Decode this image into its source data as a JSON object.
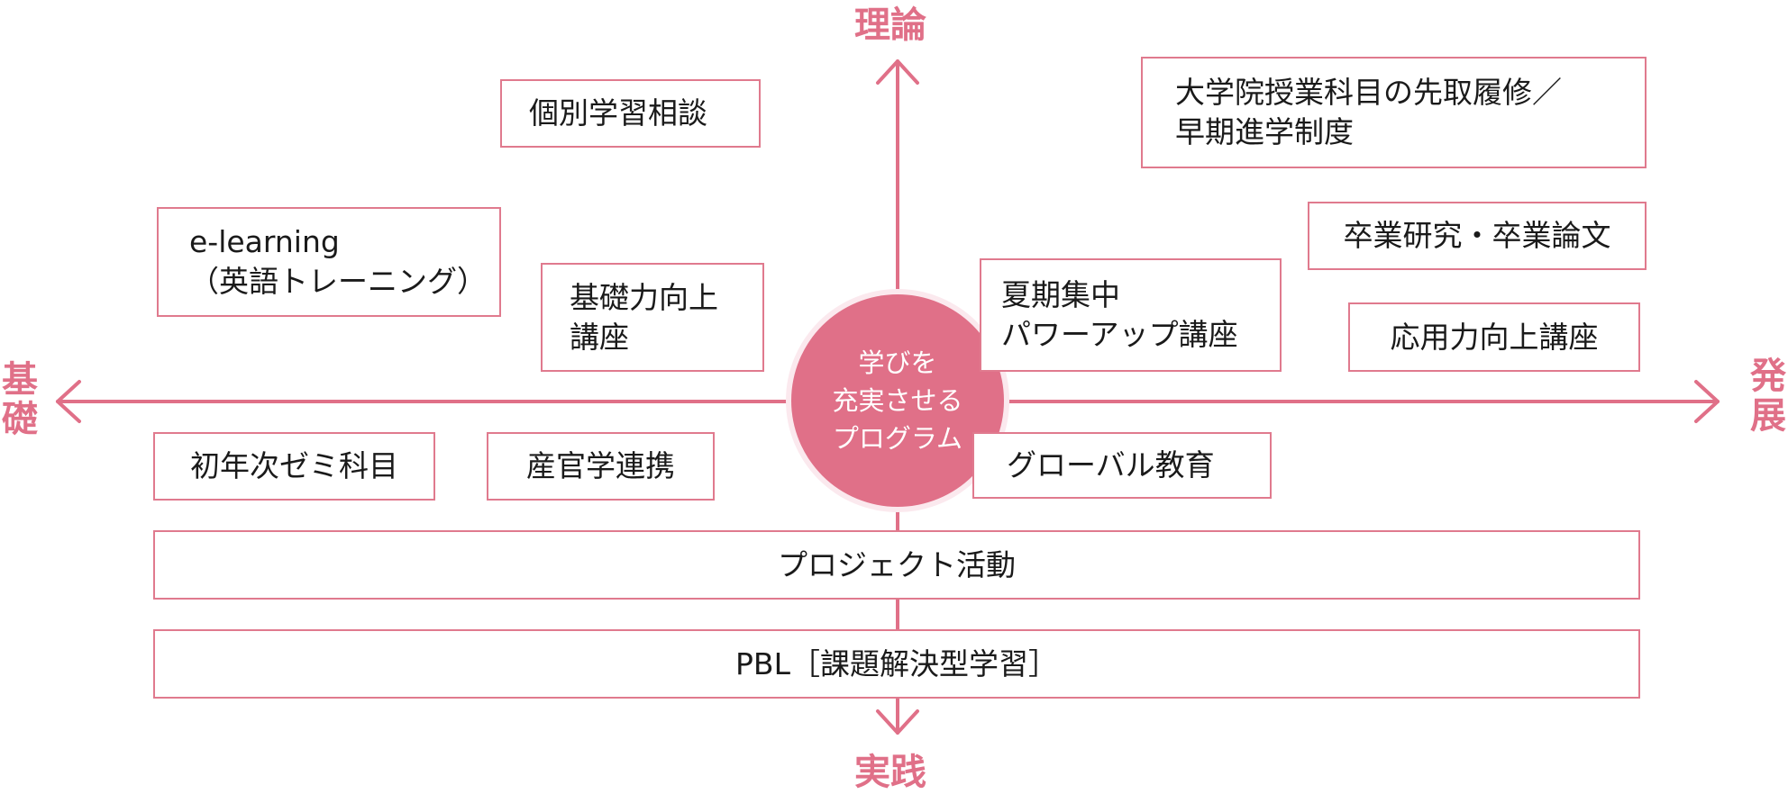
{
  "axes": {
    "top": "理論",
    "bottom": "実践",
    "left": "基礎",
    "right": "発展"
  },
  "center": "学びを\n充実させる\nプログラム",
  "boxes": {
    "individual_consult": "個別学習相談",
    "grad_courses": "大学院授業科目の先取履修／\n早期進学制度",
    "elearning": "e-learning\n（英語トレーニング）",
    "graduation_research": "卒業研究・卒業論文",
    "basic_skill": "基礎力向上\n講座",
    "summer_intensive": "夏期集中\nパワーアップ講座",
    "applied_skill": "応用力向上講座",
    "first_year_seminar": "初年次ゼミ科目",
    "industry_collab": "産官学連携",
    "global_education": "グローバル教育",
    "project_activities": "プロジェクト活動",
    "pbl": "PBL［課題解決型学習］"
  },
  "colors": {
    "accent": "#e07088",
    "border": "#e07a8e",
    "hub_fill": "#e07088",
    "text": "#1a1a1a"
  }
}
